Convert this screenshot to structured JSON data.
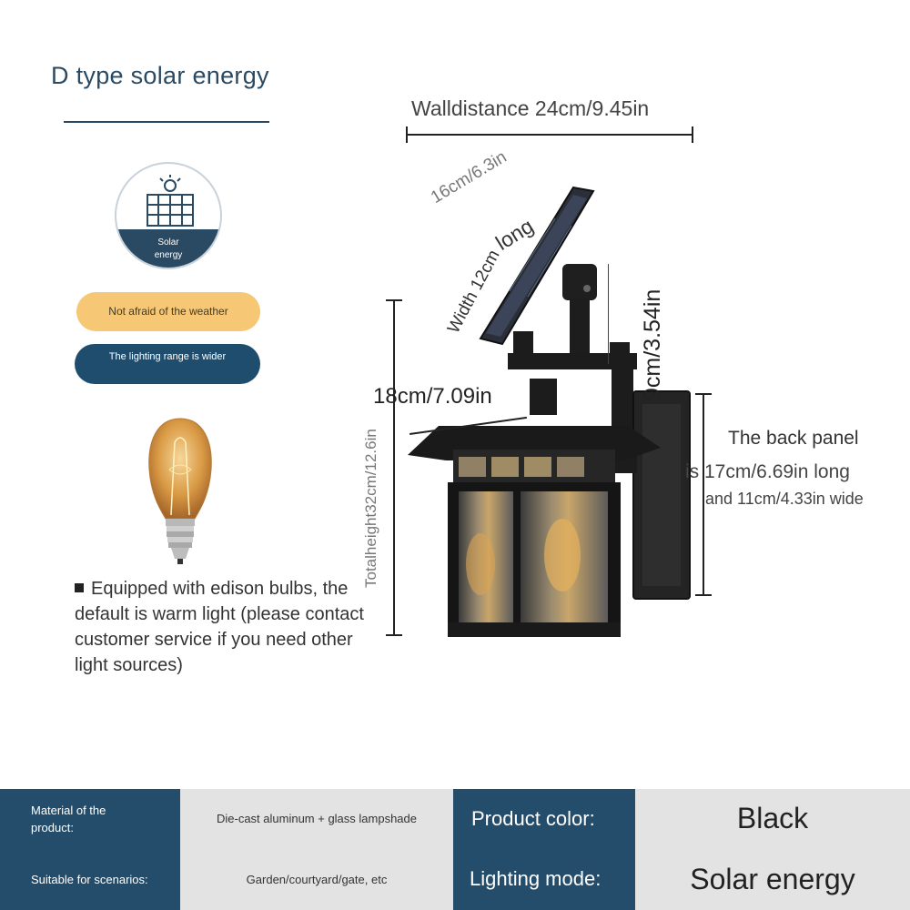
{
  "title": "D type solar energy",
  "solar_badge": {
    "label": "Solar energy"
  },
  "features": {
    "weather": "Not afraid of the weather",
    "range": "The lighting range is wider"
  },
  "bulb_note": "Equipped with edison bulbs, the default is warm light (please contact customer service if you need other light sources)",
  "dimensions": {
    "wall_distance": "Walldistance 24cm/9.45in",
    "panel_length": "16cm/6.3in",
    "panel_long": "long",
    "panel_width": "Width 12cm",
    "bracket_height": "9cm/3.54in",
    "lamp_width": "18cm/7.09in",
    "total_height": "Totalheight32cm/12.6in",
    "back_panel_title": "The back panel",
    "back_panel_length": "is 17cm/6.69in long",
    "back_panel_width": "and 11cm/4.33in wide"
  },
  "specs": {
    "material_label": "Material of the product:",
    "material_value": "Die-cast aluminum + glass lampshade",
    "color_label": "Product color:",
    "color_value": "Black",
    "scenario_label": "Suitable for scenarios:",
    "scenario_value": "Garden/courtyard/gate, etc",
    "lighting_label": "Lighting mode:",
    "lighting_value": "Solar energy"
  },
  "colors": {
    "navy": "#244d6b",
    "amber": "#f6c774",
    "light_gray": "#e3e3e3"
  }
}
